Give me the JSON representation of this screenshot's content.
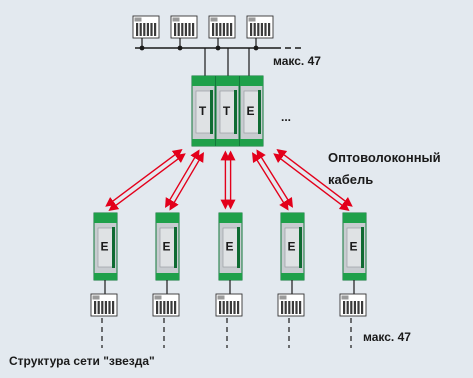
{
  "labels": {
    "max_top": "макс. 47",
    "ellipsis": "...",
    "fiber_line1": "Оптоволоконный",
    "fiber_line2": "кабель",
    "max_bottom": "макс. 47",
    "caption": "Структура сети \"звезда\""
  },
  "hub_modules": [
    "T",
    "T",
    "E"
  ],
  "star_module_label": "E",
  "star_node_count": 5,
  "top_device_count": 4,
  "colors": {
    "panel": "#e3e9ef",
    "module_green": "#1fa04a",
    "module_body": "#c8ccd0",
    "module_frame": "#12783a",
    "fiber_red": "#e3001b",
    "bus_line": "#1a1a1a"
  }
}
